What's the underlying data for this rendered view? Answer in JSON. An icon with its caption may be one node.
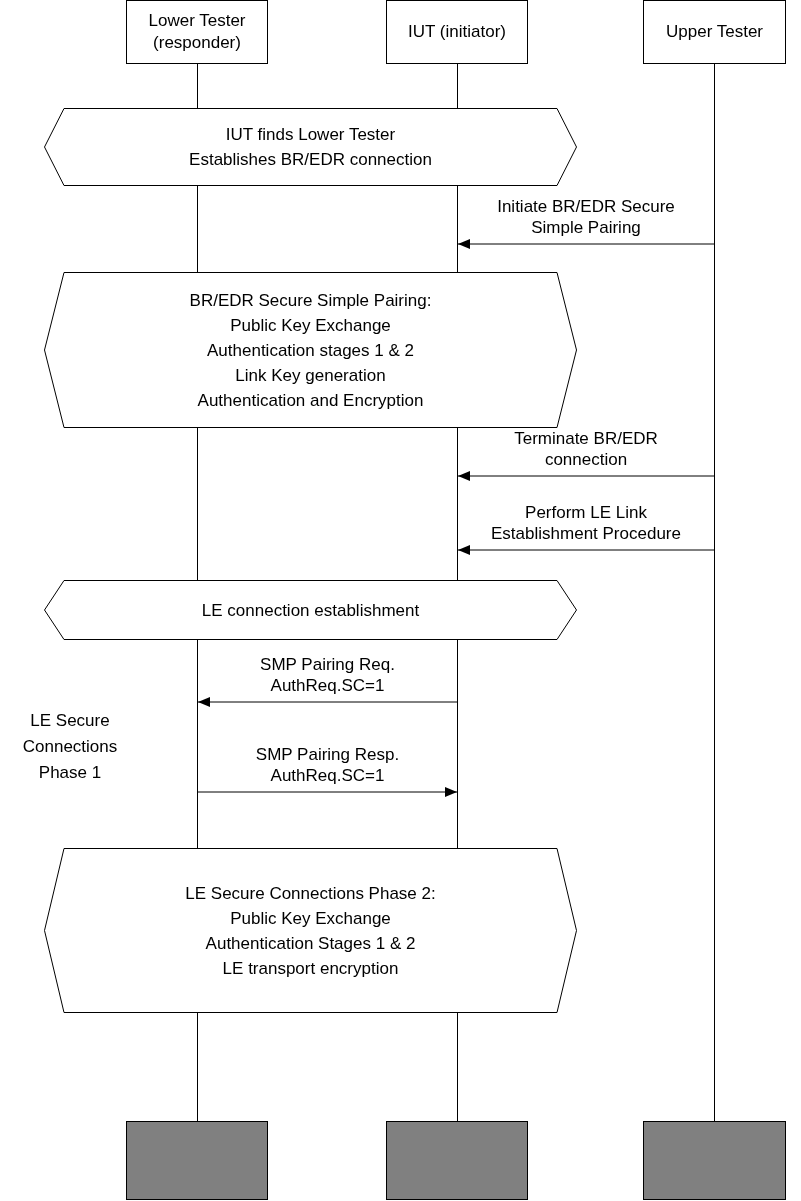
{
  "diagram": {
    "nodes": [
      {
        "text": [
          "Lower Tester (responder)"
        ]
      },
      {
        "text": [
          "IUT (initiator)"
        ]
      },
      {
        "text": [
          "Upper Tester"
        ]
      },
      {
        "text": [],
        "shape": "line"
      },
      {
        "text": [],
        "shape": "line"
      },
      {
        "text": [],
        "shape": "line"
      },
      {
        "text": [
          "IUT finds Lower Tester",
          "Establishes BR/EDR connection"
        ]
      },
      {
        "text": [
          "BR/EDR Secure Simple Pairing:",
          "Public Key Exchange",
          "Authentication stages 1 & 2",
          "Link Key generation",
          "Authentication and Encryption"
        ]
      },
      {
        "text": [
          "LE connection establishment"
        ]
      },
      {
        "text": [
          "LE Secure Connections Phase 2:",
          "Public Key Exchange",
          "Authentication Stages 1 & 2",
          "LE transport encryption"
        ]
      },
      {
        "text": [],
        "shape": "box"
      },
      {
        "text": [],
        "shape": "box"
      },
      {
        "text": [],
        "shape": "box"
      }
    ],
    "edges": [
      {
        "from": 5,
        "to": 4,
        "arrow": "to",
        "label": "Initiate BR/EDR Secure Simple Pairing"
      },
      {
        "from": 5,
        "to": 4,
        "arrow": "to",
        "label": "Terminate BR/EDR connection"
      },
      {
        "from": 5,
        "to": 4,
        "arrow": "to",
        "label": "Perform LE Link Establishment Procedure"
      },
      {
        "from": 4,
        "to": 3,
        "arrow": "to",
        "label": "SMP Pairing Req. AuthReq.SC=1"
      },
      {
        "from": 3,
        "to": 4,
        "arrow": "to",
        "label": "SMP Pairing Resp. AuthReq.SC=1"
      }
    ],
    "labels": [
      "LE Secure Connections Phase 1"
    ]
  }
}
